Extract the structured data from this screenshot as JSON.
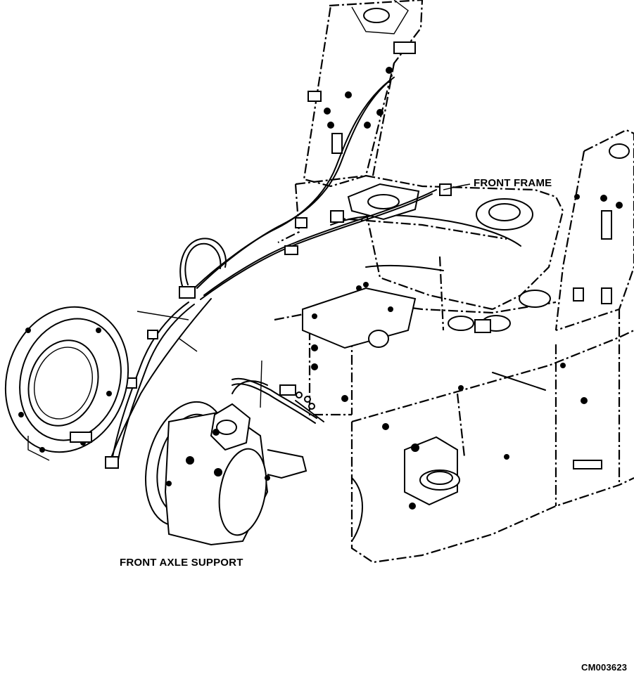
{
  "labels": {
    "front_frame": "FRONT FRAME",
    "front_axle_support": "FRONT AXLE SUPPORT",
    "drawing_id": "CM003623"
  },
  "colors": {
    "ink": "#000000",
    "paper": "#ffffff"
  }
}
